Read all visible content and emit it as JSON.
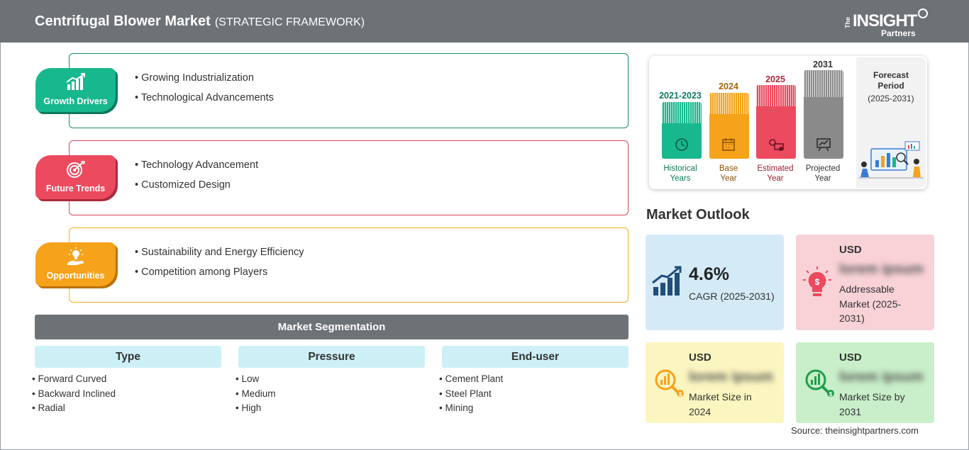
{
  "header": {
    "title": "Centrifugal Blower Market",
    "subtitle": "(STRATEGIC FRAMEWORK)",
    "logo": {
      "the": "The",
      "insight": "INSIGHT",
      "partners": "Partners"
    }
  },
  "framework": {
    "growth_drivers": {
      "label": "Growth Drivers",
      "items": [
        "Growing Industrialization",
        "Technological Advancements"
      ],
      "color": "#18b88e"
    },
    "future_trends": {
      "label": "Future Trends",
      "items": [
        "Technology Advancement",
        "Customized Design"
      ],
      "color": "#eb4a5f"
    },
    "opportunities": {
      "label": "Opportunities",
      "items": [
        "Sustainability and Energy Efficiency",
        "Competition among Players"
      ],
      "color": "#f6a21a"
    }
  },
  "segmentation": {
    "title": "Market Segmentation",
    "columns": [
      {
        "header": "Type",
        "items": [
          "Forward Curved",
          "Backward Inclined",
          "Radial"
        ]
      },
      {
        "header": "Pressure",
        "items": [
          "Low",
          "Medium",
          "High"
        ]
      },
      {
        "header": "End-user",
        "items": [
          "Cement Plant",
          "Steel Plant",
          "Mining"
        ]
      }
    ]
  },
  "timeline": {
    "periods": [
      {
        "year": "2021-2023",
        "caption_1": "Historical",
        "caption_2": "Years",
        "color": "#18b88e",
        "year_color": "#0f7a5e"
      },
      {
        "year": "2024",
        "caption_1": "Base",
        "caption_2": "Year",
        "color": "#f6a21a",
        "year_color": "#a4640a"
      },
      {
        "year": "2025",
        "caption_1": "Estimated",
        "caption_2": "Year",
        "color": "#eb4a5f",
        "year_color": "#b3263a"
      },
      {
        "year": "2031",
        "caption_1": "Projected",
        "caption_2": "Year",
        "color": "#8a8a8a",
        "year_color": "#333333"
      }
    ],
    "forecast": {
      "label_1": "Forecast",
      "label_2": "Period",
      "range": "(2025-2031)"
    }
  },
  "outlook": {
    "title": "Market Outlook",
    "cagr": {
      "value": "4.6%",
      "label": "CAGR (2025-2031)"
    },
    "addressable": {
      "currency": "USD",
      "value": "lorem ipsum",
      "label": "Addressable Market (2025-2031)"
    },
    "size_2024": {
      "currency": "USD",
      "value": "lorem ipsum",
      "label": "Market Size in 2024"
    },
    "size_2031": {
      "currency": "USD",
      "value": "lorem ipsum",
      "label": "Market Size by 2031"
    }
  },
  "source": "Source: theinsightpartners.com"
}
